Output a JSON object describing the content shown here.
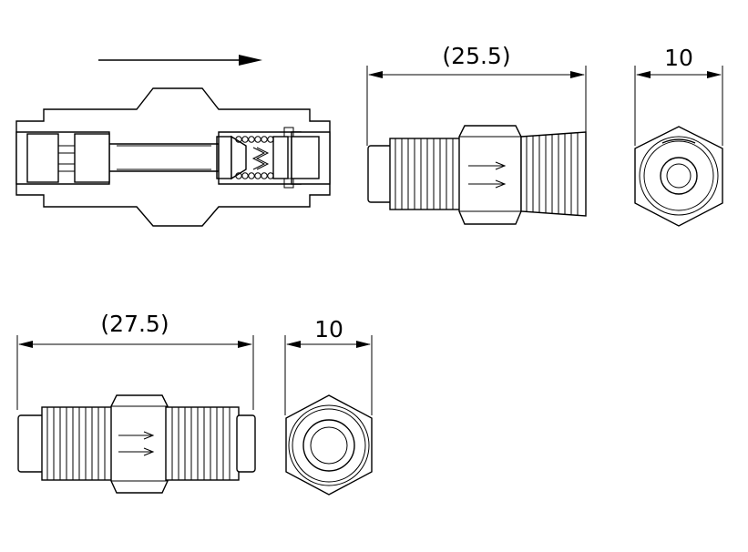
{
  "dimensions": {
    "top_overall_length": "(25.5)",
    "top_hex_width": "10",
    "bottom_overall_length": "(27.5)",
    "bottom_hex_width": "10"
  }
}
